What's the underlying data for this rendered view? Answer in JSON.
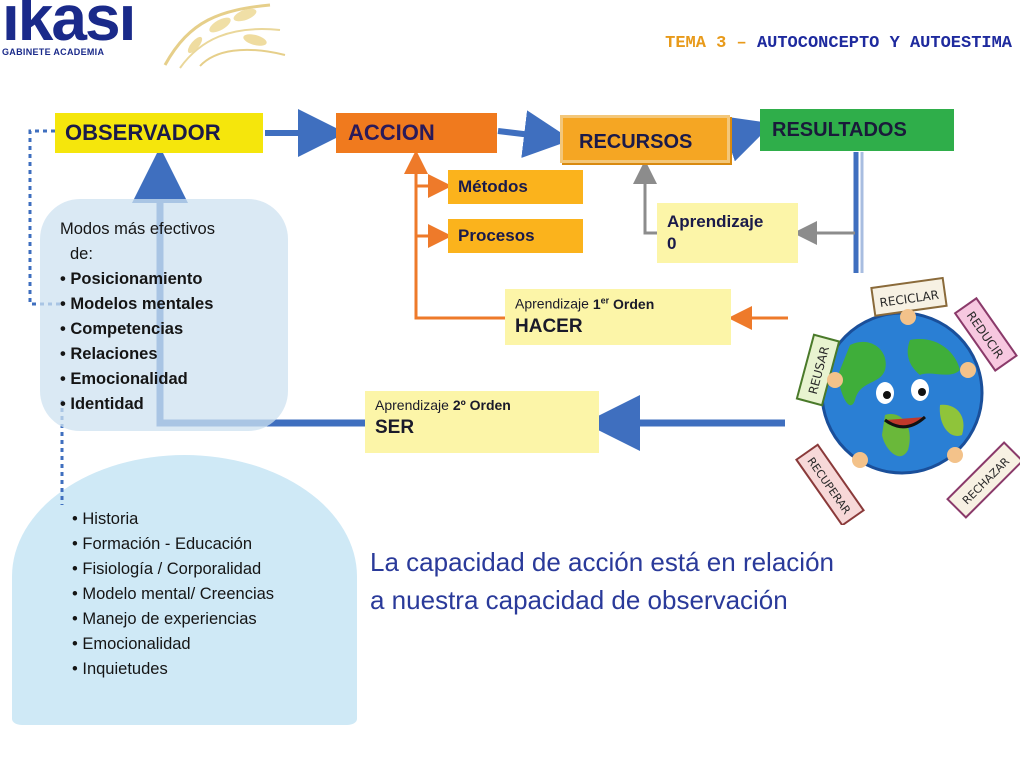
{
  "logo": {
    "word": "ikasi",
    "subtitle": "GABINETE ACADEMIA"
  },
  "header": {
    "prefix": "TEMA 3 – ",
    "title": "AUTOCONCEPTO Y AUTOESTIMA"
  },
  "flow": {
    "observador": "OBSERVADOR",
    "accion": "ACCION",
    "recursos": "RECURSOS",
    "resultados": "RESULTADOS",
    "metodos": "Métodos",
    "procesos": "Procesos"
  },
  "aprendizaje0": {
    "line1": "Aprendizaje",
    "line2": "0"
  },
  "aprendizaje1": {
    "label_prefix": "Aprendizaje ",
    "ordinal": "1",
    "ordinal_sup": "er",
    "label_suffix": " Orden",
    "value": "HACER"
  },
  "aprendizaje2": {
    "label_prefix": "Aprendizaje ",
    "ordinal": "2º Orden",
    "value": "SER"
  },
  "modos": {
    "heading1": "Modos más efectivos",
    "heading2": "de:",
    "items": [
      "Posicionamiento",
      "Modelos mentales",
      "Competencias",
      "Relaciones",
      "Emocionalidad",
      "Identidad"
    ]
  },
  "history": {
    "items": [
      "Historia",
      "Formación - Educación",
      "Fisiología / Corporalidad",
      "Modelo mental/ Creencias",
      "Manejo de experiencias",
      "Emocionalidad",
      "Inquietudes"
    ]
  },
  "quote": {
    "line1": "La capacidad de acción está en relación",
    "line2": "a nuestra capacidad de observación"
  },
  "globe_signs": {
    "top": "RECICLAR",
    "right": "REDUCIR",
    "left": "REUSAR",
    "bottom_left": "RECUPERAR",
    "bottom_right": "RECHAZAR"
  },
  "colors": {
    "blue": "#1e2a9e",
    "orange_header": "#e89a1a",
    "arrow_blue": "#3f6fbf",
    "arrow_orange": "#ee7a2a",
    "arrow_gray": "#8c8c8c"
  }
}
